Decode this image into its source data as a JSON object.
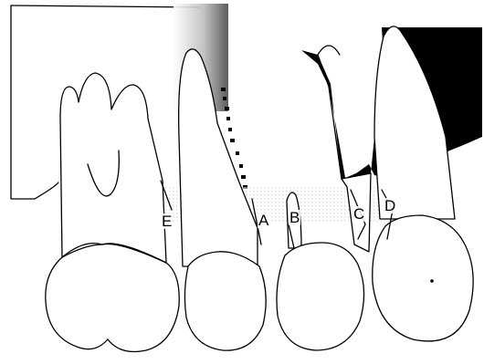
{
  "labels": {
    "a": "A",
    "b": "B",
    "c": "C",
    "d": "D",
    "e": "E"
  },
  "colors": {
    "ink": "#000000",
    "shade": "#6e6e6e",
    "background": "#ffffff"
  }
}
